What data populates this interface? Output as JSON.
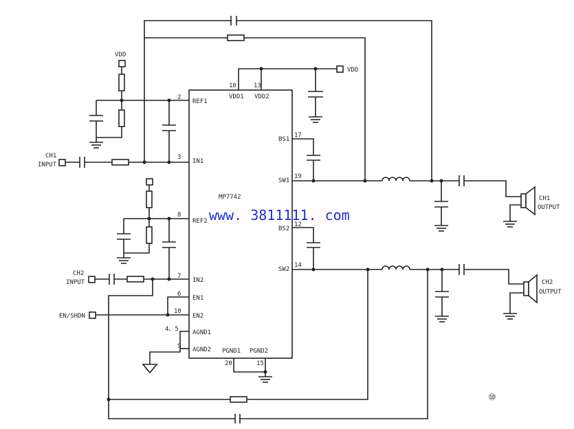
{
  "chip": {
    "name": "MP7742",
    "pins": {
      "vdd1": "VDD1",
      "vdd2": "VDD2",
      "ref1": "REF1",
      "in1": "IN1",
      "ref2": "REF2",
      "in2": "IN2",
      "en1": "EN1",
      "en2": "EN2",
      "agnd1": "AGND1",
      "agnd2": "AGND2",
      "pgnd1": "PGND1",
      "pgnd2": "PGND2",
      "bs1": "BS1",
      "sw1": "SW1",
      "bs2": "BS2",
      "sw2": "SW2"
    },
    "pin_numbers": {
      "p18": "18",
      "p13": "13",
      "p2": "2",
      "p3": "3",
      "p8": "8",
      "p7": "7",
      "p6": "6",
      "p10": "10",
      "p45": "4、5",
      "p9": "9",
      "p20": "20",
      "p15": "15",
      "p17": "17",
      "p19": "19",
      "p12": "12",
      "p14": "14"
    }
  },
  "labels": {
    "vdd_top": "VDD",
    "vdd_right": "VDD",
    "ch1_input_a": "CH1",
    "ch1_input_b": "INPUT",
    "ch2_input_a": "CH2",
    "ch2_input_b": "INPUT",
    "en_shdn": "EN/SHDN",
    "ch1_out_a": "CH1",
    "ch1_out_b": "OUTPUT",
    "ch2_out_a": "CH2",
    "ch2_out_b": "OUTPUT"
  },
  "watermark": "www. 3811111. com",
  "figure_number": "⑩"
}
